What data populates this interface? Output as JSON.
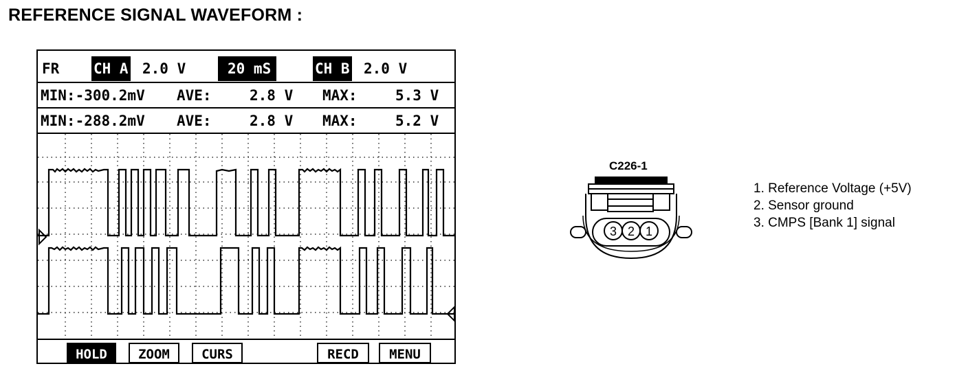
{
  "page": {
    "title": "REFERENCE SIGNAL WAVEFORM :"
  },
  "scope": {
    "header": {
      "mode": "FR",
      "ch_a_label": "CH A",
      "ch_a_scale": "2.0 V",
      "timebase": "20 mS",
      "ch_b_label": "CH B",
      "ch_b_scale": "2.0 V"
    },
    "ch_a_stats": {
      "min": "MIN:-300.2mV",
      "ave_label": "AVE:",
      "ave_value": "2.8 V",
      "max_label": "MAX:",
      "max_value": "5.3 V"
    },
    "ch_b_stats": {
      "min": "MIN:-288.2mV",
      "ave_label": "AVE:",
      "ave_value": "2.8 V",
      "max_label": "MAX:",
      "max_value": "5.2 V"
    },
    "softkeys": {
      "hold": "HOLD",
      "zoom": "ZOOM",
      "curs": "CURS",
      "recd": "RECD",
      "menu": "MENU"
    },
    "colors": {
      "screen_bg": "#ffffff",
      "trace": "#000000",
      "grid": "#000000"
    }
  },
  "connector": {
    "id": "C226-1",
    "pins": [
      "3",
      "2",
      "1"
    ],
    "legend": [
      "1. Reference Voltage (+5V)",
      "2. Sensor ground",
      "3. CMPS [Bank 1] signal"
    ]
  }
}
